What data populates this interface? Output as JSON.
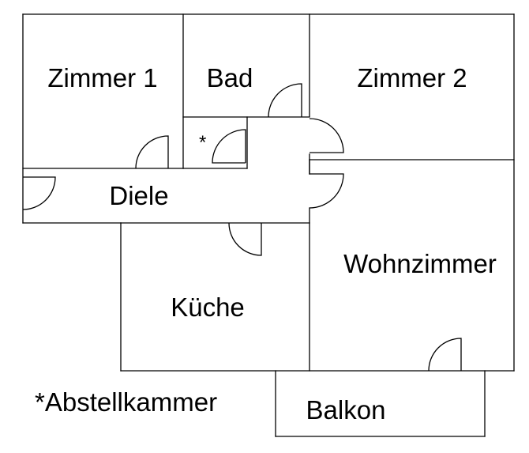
{
  "rooms": {
    "zimmer1": "Zimmer 1",
    "bad": "Bad",
    "zimmer2": "Zimmer 2",
    "abstell_marker": "*",
    "diele": "Diele",
    "kueche": "Küche",
    "wohnzimmer": "Wohnzimmer",
    "balkon": "Balkon"
  },
  "footnote": "*Abstellkammer"
}
